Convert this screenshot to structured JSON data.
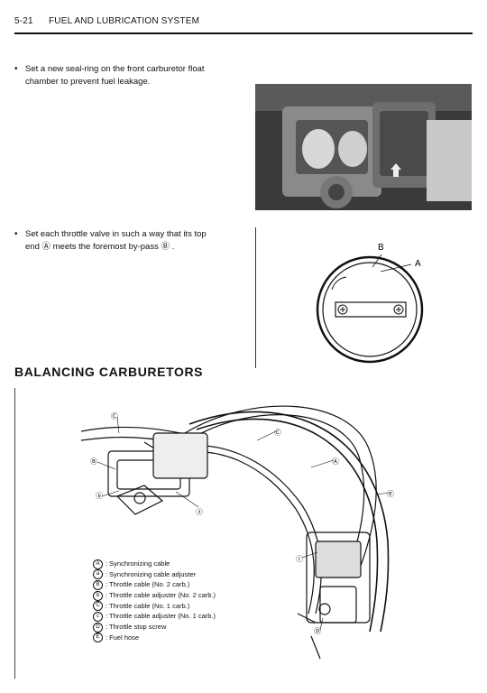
{
  "header": {
    "page_number": "5-21",
    "section_title": "FUEL AND LUBRICATION SYSTEM"
  },
  "bullets": [
    {
      "mark": "•",
      "line1": "Set a new seal-ring on the front carburetor float",
      "line2": "chamber to prevent fuel leakage."
    },
    {
      "mark": "•",
      "line1": "Set each throttle valve in such a way that its top",
      "line2": "end Ⓐ meets the foremost by-pass Ⓑ ."
    }
  ],
  "throttle_diagram": {
    "label_a": "A",
    "label_b": "B"
  },
  "heading": "BALANCING CARBURETORS",
  "callouts": {
    "c_upper": "Ⓒ",
    "b_left": "Ⓑ",
    "b_small": "ⓑ",
    "a_small": "ⓐ",
    "c_mid": "Ⓒ",
    "a_mid": "Ⓐ",
    "e_right": "Ⓔ",
    "c_lower": "ⓒ",
    "d_lower": "Ⓓ"
  },
  "legend": [
    {
      "sym": "A",
      "text": ": Synchronizing cable"
    },
    {
      "sym": "a",
      "text": ": Synchronizing cable adjuster"
    },
    {
      "sym": "B",
      "text": ": Throttle cable (No. 2 carb.)"
    },
    {
      "sym": "b",
      "text": ": Throttle cable adjuster (No. 2 carb.)"
    },
    {
      "sym": "C",
      "text": ": Throttle cable (No. 1 carb.)"
    },
    {
      "sym": "c",
      "text": ": Throttle cable adjuster (No. 1 carb.)"
    },
    {
      "sym": "D",
      "text": ": Throttle stop screw"
    },
    {
      "sym": "E",
      "text": ": Fuel hose"
    }
  ]
}
